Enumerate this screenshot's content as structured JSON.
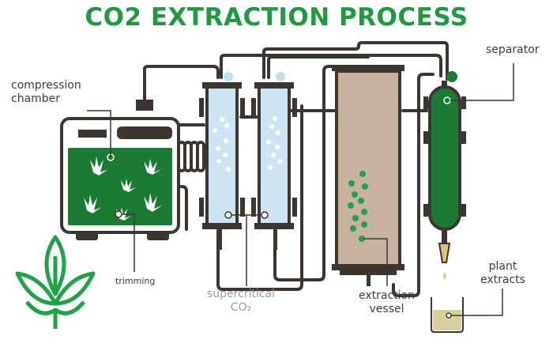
{
  "title": "CO2 EXTRACTION PROCESS",
  "labels": {
    "compression_line1": "compression",
    "compression_line2": "chamber",
    "trimming": "trimming",
    "supercritical_line1": "supercritical",
    "supercritical_line2": "CO₂",
    "extraction_line1": "extraction",
    "extraction_line2": "vessel",
    "separator": "separator",
    "plant_line1": "plant",
    "plant_line2": "extracts"
  },
  "colors": {
    "title": "#1f9a3f",
    "dark": "#3d3630",
    "green": "#1b7a33",
    "bright_green": "#1fa347",
    "liquid_blue": "#cde4f2",
    "vessel_tan": "#c6b29f",
    "extract_yellow": "#d8d29a"
  }
}
